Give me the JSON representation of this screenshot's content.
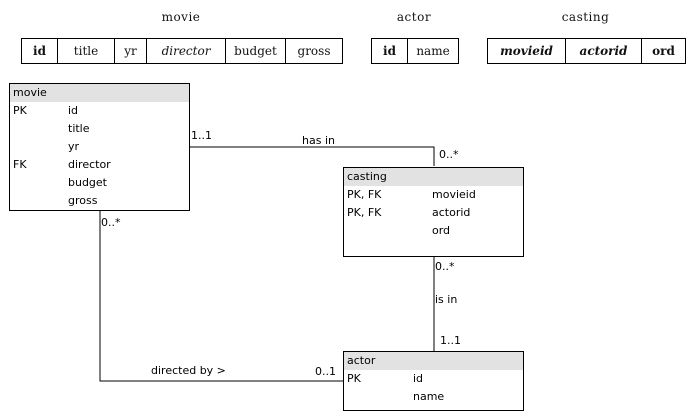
{
  "schema": {
    "movie": {
      "name": "movie",
      "columns": [
        {
          "label": "id",
          "style": "key"
        },
        {
          "label": "title",
          "style": "plain"
        },
        {
          "label": "yr",
          "style": "plain"
        },
        {
          "label": "director",
          "style": "fk"
        },
        {
          "label": "budget",
          "style": "plain"
        },
        {
          "label": "gross",
          "style": "plain"
        }
      ]
    },
    "actor": {
      "name": "actor",
      "columns": [
        {
          "label": "id",
          "style": "key"
        },
        {
          "label": "name",
          "style": "plain"
        }
      ]
    },
    "casting": {
      "name": "casting",
      "columns": [
        {
          "label": "movieid",
          "style": "key fk"
        },
        {
          "label": "actorid",
          "style": "key fk"
        },
        {
          "label": "ord",
          "style": "key"
        }
      ]
    }
  },
  "entities": {
    "movie": {
      "title": "movie",
      "rows": [
        {
          "key": "PK",
          "attr": "id"
        },
        {
          "key": "",
          "attr": "title"
        },
        {
          "key": "",
          "attr": "yr"
        },
        {
          "key": "FK",
          "attr": "director"
        },
        {
          "key": "",
          "attr": "budget"
        },
        {
          "key": "",
          "attr": "gross"
        }
      ]
    },
    "casting": {
      "title": "casting",
      "rows": [
        {
          "key": "PK, FK",
          "attr": "movieid"
        },
        {
          "key": "PK, FK",
          "attr": "actorid"
        },
        {
          "key": "",
          "attr": "ord"
        }
      ]
    },
    "actor": {
      "title": "actor",
      "rows": [
        {
          "key": "PK",
          "attr": "id"
        },
        {
          "key": "",
          "attr": "name"
        }
      ]
    }
  },
  "relationships": {
    "has_in": {
      "label": "has in",
      "from_card": "1..1",
      "to_card": "0..*"
    },
    "is_in": {
      "label": "is in",
      "from_card": "0..*",
      "to_card": "1..1"
    },
    "directed_by": {
      "label": "directed by >",
      "from_card": "0..*",
      "to_card": "0..1"
    }
  }
}
